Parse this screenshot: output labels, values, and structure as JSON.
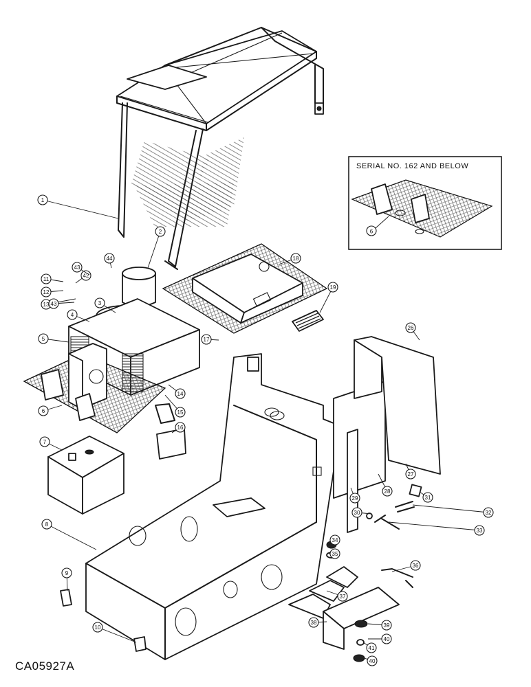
{
  "drawing": {
    "figure_code": "CA05927A",
    "inset": {
      "title": "SERIAL NO. 162 AND BELOW",
      "callout": "6"
    },
    "callouts": [
      "1",
      "2",
      "3",
      "4",
      "5",
      "6",
      "7",
      "8",
      "9",
      "10",
      "11",
      "12",
      "13",
      "14",
      "15",
      "16",
      "17",
      "18",
      "19",
      "26",
      "27",
      "28",
      "29",
      "30",
      "31",
      "32",
      "33",
      "34",
      "35",
      "36",
      "37",
      "38",
      "39",
      "40",
      "41",
      "40",
      "42",
      "43",
      "43",
      "44"
    ]
  }
}
